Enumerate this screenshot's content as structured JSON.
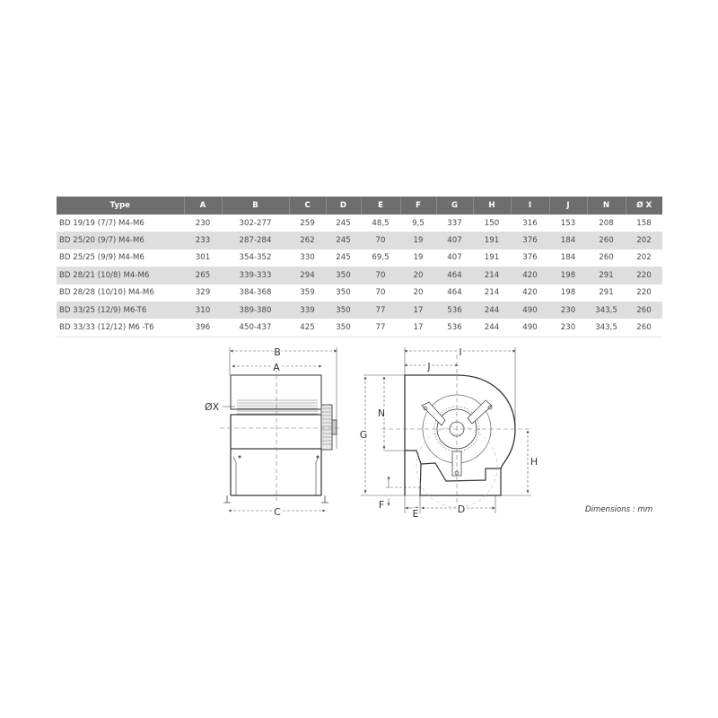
{
  "table": {
    "headers": [
      "Type",
      "A",
      "B",
      "C",
      "D",
      "E",
      "F",
      "G",
      "H",
      "I",
      "J",
      "N",
      "Ø X"
    ],
    "rows": [
      [
        "BD 19/19 (7/7) M4-M6",
        "230",
        "302-277",
        "259",
        "245",
        "48,5",
        "9,5",
        "337",
        "150",
        "316",
        "153",
        "208",
        "158"
      ],
      [
        "BD 25/20 (9/7) M4-M6",
        "233",
        "287-284",
        "262",
        "245",
        "70",
        "19",
        "407",
        "191",
        "376",
        "184",
        "260",
        "202"
      ],
      [
        "BD 25/25 (9/9) M4-M6",
        "301",
        "354-352",
        "330",
        "245",
        "69,5",
        "19",
        "407",
        "191",
        "376",
        "184",
        "260",
        "202"
      ],
      [
        "BD 28/21 (10/8) M4-M6",
        "265",
        "339-333",
        "294",
        "350",
        "70",
        "20",
        "464",
        "214",
        "420",
        "198",
        "291",
        "220"
      ],
      [
        "BD 28/28 (10/10) M4-M6",
        "329",
        "384-368",
        "359",
        "350",
        "70",
        "20",
        "464",
        "214",
        "420",
        "198",
        "291",
        "220"
      ],
      [
        "BD 33/25 (12/9) M6-T6",
        "310",
        "389-380",
        "339",
        "350",
        "77",
        "17",
        "536",
        "244",
        "490",
        "230",
        "343,5",
        "260"
      ],
      [
        "BD 33/33 (12/12) M6 -T6",
        "396",
        "450-437",
        "425",
        "350",
        "77",
        "17",
        "536",
        "244",
        "490",
        "230",
        "343,5",
        "260"
      ]
    ]
  },
  "drawings": {
    "front_view": {
      "labels": {
        "B": "B",
        "A": "A",
        "OX": "ØX",
        "C": "C"
      }
    },
    "side_view": {
      "labels": {
        "I": "I",
        "J": "J",
        "N": "N",
        "G": "G",
        "H": "H",
        "F": "F",
        "E": "E",
        "D": "D"
      }
    }
  },
  "units_note": "Dimensions : mm"
}
